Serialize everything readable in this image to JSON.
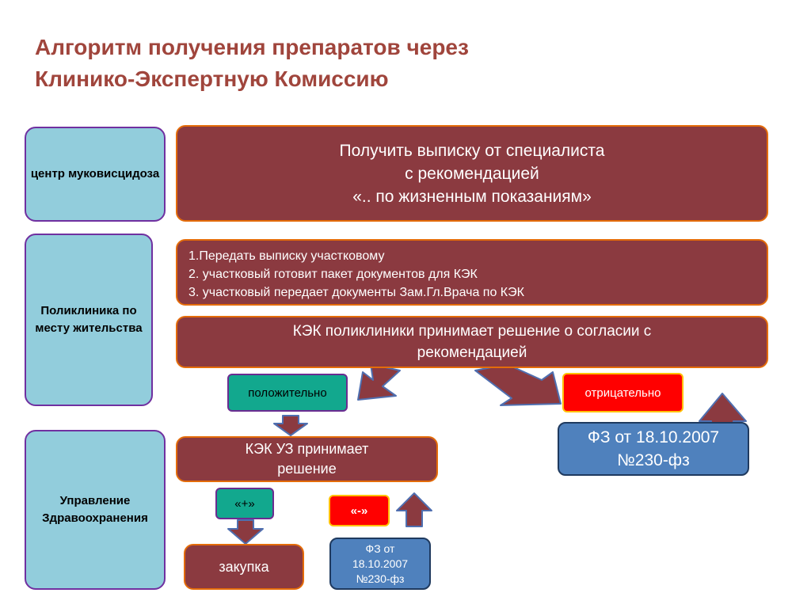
{
  "title": {
    "line1": "Алгоритм получения препаратов через",
    "line2": "Клинико-Экспертную Комиссию"
  },
  "sidebar": {
    "center": "центр муковисцидоза",
    "clinic": "Поликлиника по месту жительства",
    "health": "Управление Здравоохранения"
  },
  "step1": {
    "line1": "Получить выписку от специалиста",
    "line2": "с рекомендацией",
    "line3": "«.. по жизненным показаниям»"
  },
  "step2": {
    "line1": "1.Передать выписку участковому",
    "line2": "2. участковый готовит пакет документов для КЭК",
    "line3": "3. участковый передает документы Зам.Гл.Врача по КЭК"
  },
  "step3": {
    "line1": "КЭК поликлиники принимает решение о согласии с",
    "line2": "рекомендацией"
  },
  "positive": "положительно",
  "negative": "отрицательно",
  "law_main": {
    "line1": "ФЗ от 18.10.2007",
    "line2": "№230-фз"
  },
  "kek_uz": {
    "line1": "КЭК  УЗ принимает",
    "line2": "решение"
  },
  "plus": "«+»",
  "minus": "«-»",
  "purchase": "закупка",
  "law_small": {
    "line1": "ФЗ от",
    "line2": "18.10.2007",
    "line3": "№230-фз"
  },
  "colors": {
    "title": "#a0453c",
    "side_fill": "#92cddc",
    "side_border": "#7030a0",
    "box_fill": "#8b3a40",
    "box_border": "#e46c0a",
    "teal": "#12a88e",
    "red": "#ff0000",
    "blue": "#4f81bd"
  }
}
